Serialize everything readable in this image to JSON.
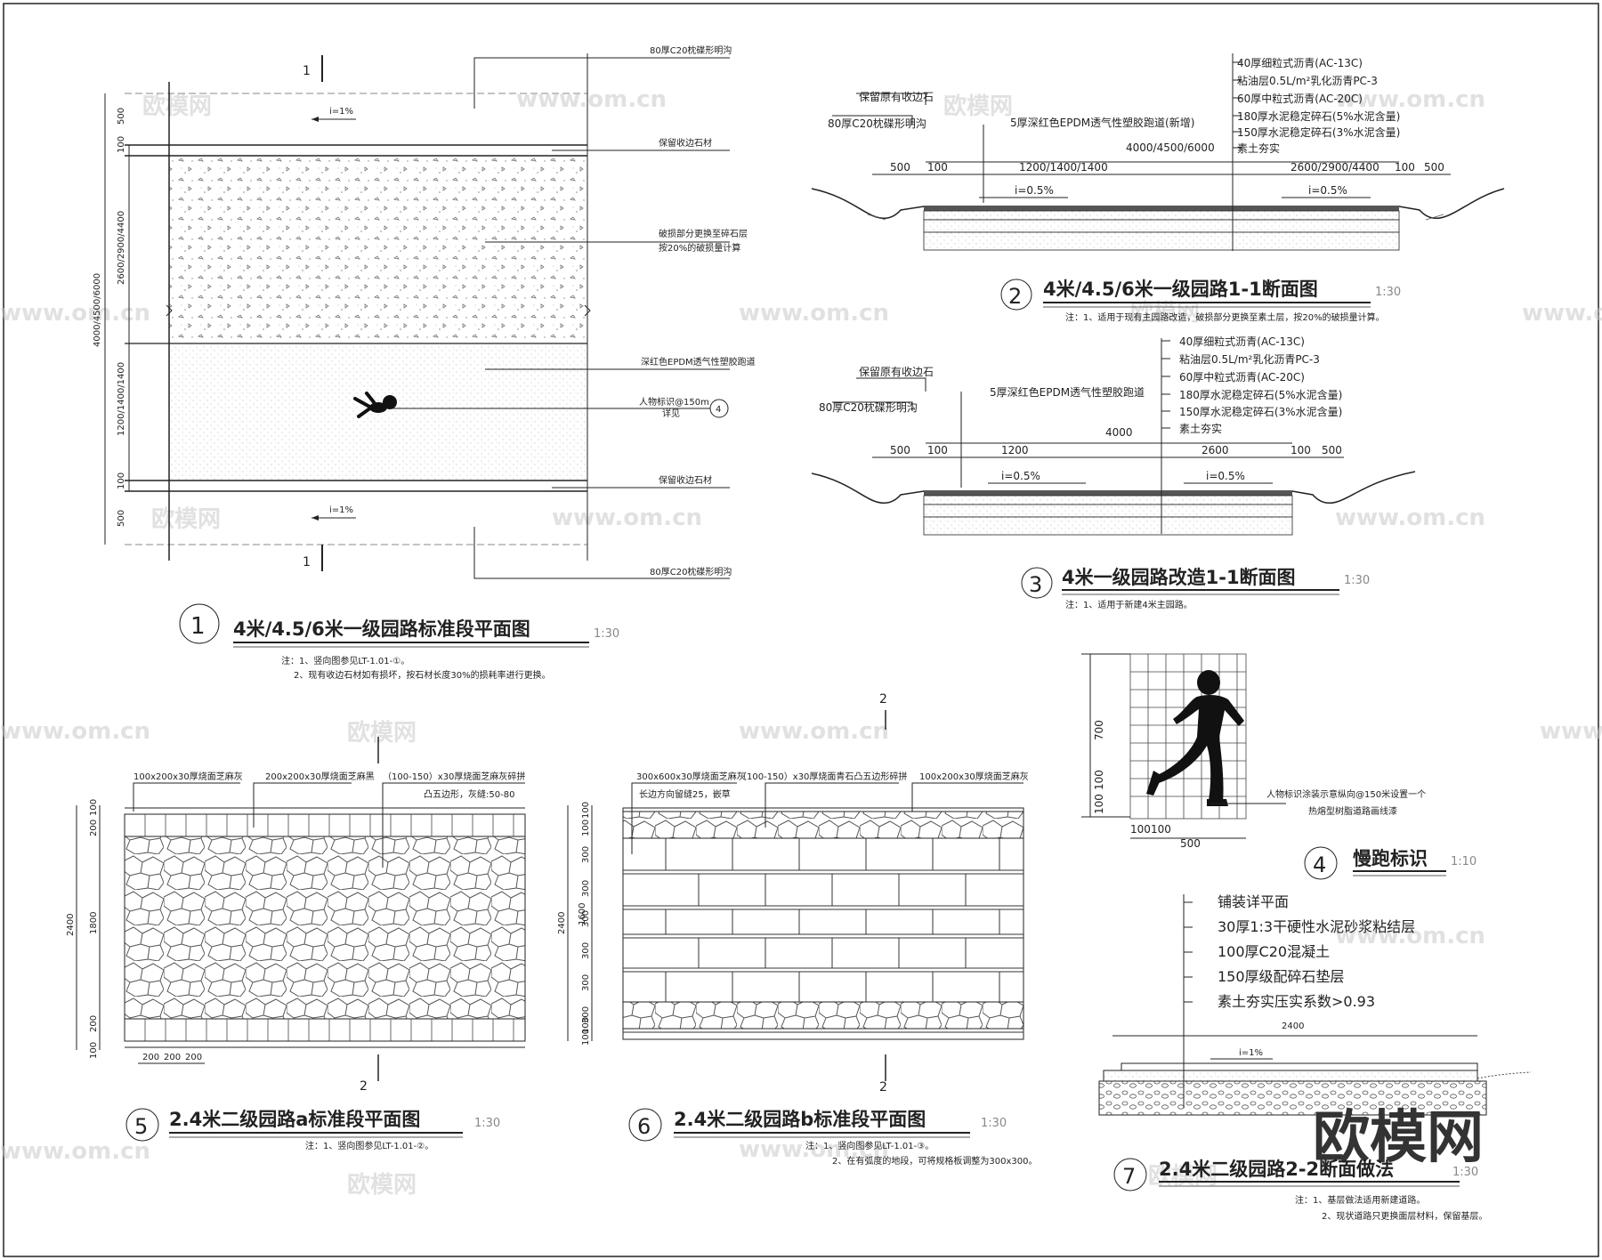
{
  "watermark": {
    "brand": "欧模网",
    "url": "www.om.cn"
  },
  "plan1": {
    "title": "4米/4.5/6米一级园路标准段平面图",
    "num": "1",
    "scale": "1:30",
    "notes": [
      "注：1、竖向图参见LT-1.01-①。",
      "2、现有收边石材如有损坏，按石材长度30%的损耗率进行更换。"
    ],
    "section_mark": "1",
    "slope": "i=1%",
    "dims_left": [
      "500",
      "100",
      "2600/2900/4400",
      "1200/1400/1400",
      "100",
      "500"
    ],
    "dim_total": "4000/4500/6000",
    "labels": [
      "80厚C20枕碟形明沟",
      "保留收边石材",
      "破损部分更换至碎石层",
      "按20%的破损量计算",
      "深红色EPDM透气性塑胶跑道",
      "人物标识@150m",
      "详见",
      "保留收边石材",
      "80厚C20枕碟形明沟"
    ],
    "detail_ref": "4"
  },
  "sec2": {
    "title": "4米/4.5/6米一级园路1-1断面图",
    "num": "2",
    "scale": "1:30",
    "note": "注：1、适用于现有主园路改造，破损部分更换至素土层，按20%的破损量计算。",
    "layers": [
      "40厚细粒式沥青(AC-13C)",
      "粘油层0.5L/m²乳化沥青PC-3",
      "60厚中粒式沥青(AC-20C)",
      "180厚水泥稳定碎石(5%水泥含量)",
      "150厚水泥稳定碎石(3%水泥含量)",
      "素土夯实"
    ],
    "labels": [
      "保留原有收边石",
      "80厚C20枕碟形明沟",
      "5厚深红色EPDM透气性塑胶跑道(新增)"
    ],
    "dims": [
      "500",
      "100",
      "1200/1400/1400",
      "4000/4500/6000",
      "2600/2900/4400",
      "100",
      "500"
    ],
    "slopes": [
      "i=0.5%",
      "i=0.5%"
    ]
  },
  "sec3": {
    "title": "4米一级园路改造1-1断面图",
    "num": "3",
    "scale": "1:30",
    "note": "注：1、适用于新建4米主园路。",
    "layers": [
      "40厚细粒式沥青(AC-13C)",
      "粘油层0.5L/m²乳化沥青PC-3",
      "60厚中粒式沥青(AC-20C)",
      "180厚水泥稳定碎石(5%水泥含量)",
      "150厚水泥稳定碎石(3%水泥含量)",
      "素土夯实"
    ],
    "labels": [
      "保留原有收边石",
      "80厚C20枕碟形明沟",
      "5厚深红色EPDM透气性塑胶跑道"
    ],
    "dims": [
      "500",
      "100",
      "1200",
      "4000",
      "2600",
      "100",
      "500"
    ],
    "slopes": [
      "i=0.5%",
      "i=0.5%"
    ]
  },
  "detail4": {
    "title": "慢跑标识",
    "num": "4",
    "scale": "1:10",
    "dims": [
      "700",
      "100",
      "100",
      "100",
      "100",
      "500"
    ],
    "labels": [
      "人物标识涂装示意纵向@150米设置一个",
      "热熔型树脂道路画线漆"
    ]
  },
  "plan5": {
    "title": "2.4米二级园路a标准段平面图",
    "num": "5",
    "scale": "1:30",
    "note": "注：1、竖向图参见LT-1.01-②。",
    "labels": [
      "100x200x30厚烧面芝麻灰",
      "200x200x30厚烧面芝麻黑",
      "（100-150）x30厚烧面芝麻灰碎拼",
      "凸五边形，灰缝:50-80"
    ],
    "dims": [
      "100",
      "200",
      "1800",
      "200",
      "100",
      "2400"
    ],
    "bottom_dims": [
      "200",
      "200",
      "200"
    ],
    "section_mark": "2"
  },
  "plan6": {
    "title": "2.4米二级园路b标准段平面图",
    "num": "6",
    "scale": "1:30",
    "notes": [
      "注：1、竖向图参见LT-1.01-③。",
      "2、在有弧度的地段，可将规格板调整为300x300。"
    ],
    "labels": [
      "300x600x30厚烧面芝麻灰",
      "（100-150）x30厚烧面青石凸五边形碎拼",
      "长边方向留缝25，嵌草",
      "100x200x30厚烧面芝麻灰"
    ],
    "dims": [
      "100",
      "100",
      "300",
      "300",
      "300",
      "300",
      "300",
      "300",
      "100",
      "100",
      "1600",
      "2400"
    ],
    "section_mark": "2"
  },
  "sec7": {
    "title": "2.4米二级园路2-2断面做法",
    "num": "7",
    "scale": "1:30",
    "notes": [
      "注：1、基层做法适用新建道路。",
      "2、现状道路只更换面层材料，保留基层。"
    ],
    "layers": [
      "铺装详平面",
      "30厚1:3干硬性水泥砂浆粘结层",
      "100厚C20混凝土",
      "150厚级配碎石垫层",
      "素土夯实压实系数>0.93"
    ],
    "dims": [
      "2400"
    ],
    "slope": "i=1%"
  }
}
